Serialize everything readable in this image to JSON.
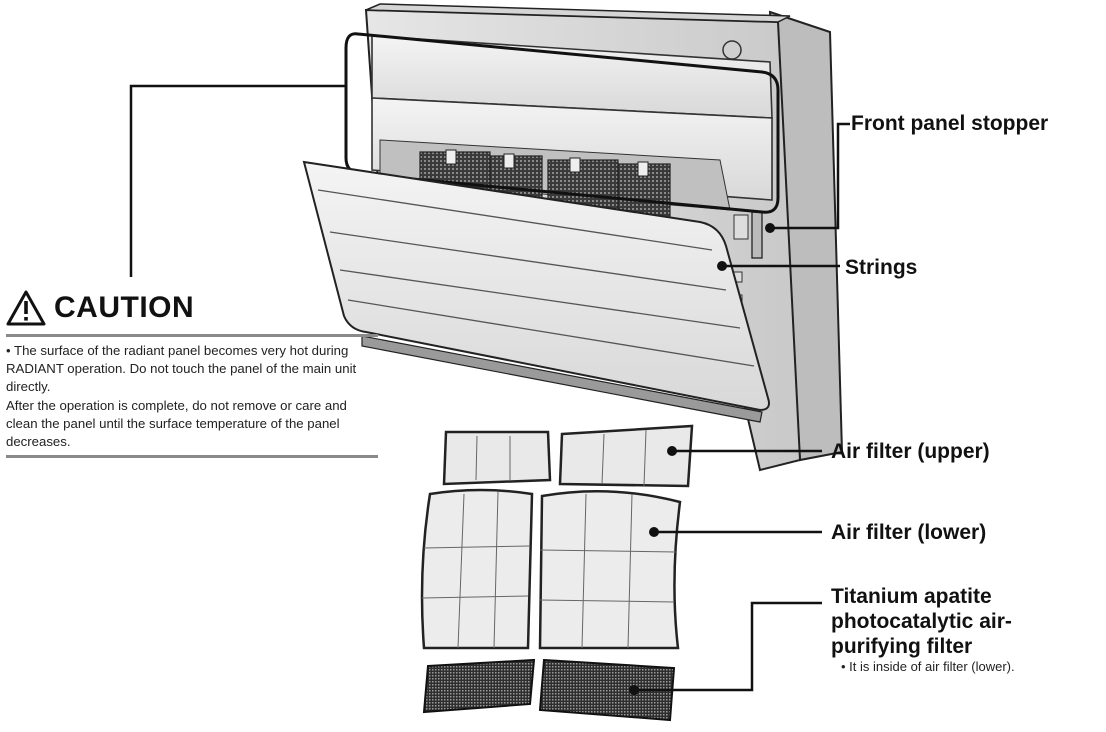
{
  "caution": {
    "title": "CAUTION",
    "lines": [
      "• The surface of the radiant panel becomes very hot during RADIANT operation. Do not touch the panel of the main unit directly.",
      "After the operation is complete, do not remove or care and clean the panel until the surface temperature of the panel decreases."
    ]
  },
  "labels": {
    "front_panel_stopper": "Front panel stopper",
    "strings": "Strings",
    "air_filter_upper": "Air filter (upper)",
    "air_filter_lower": "Air filter (lower)",
    "titanium_filter": "Titanium apatite photocatalytic air-purifying filter",
    "titanium_note": "• It is inside of air filter (lower)."
  }
}
